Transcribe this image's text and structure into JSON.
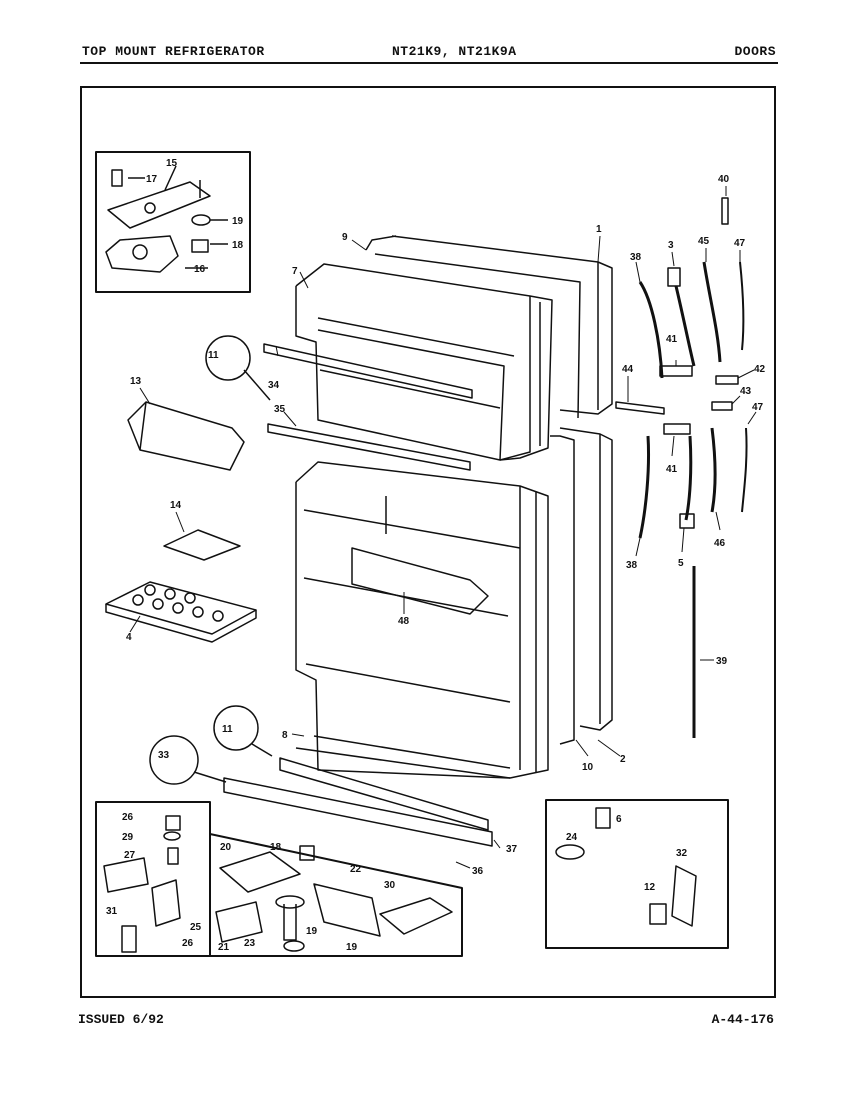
{
  "header": {
    "left": "TOP MOUNT REFRIGERATOR",
    "middle": "NT21K9, NT21K9A",
    "right": "DOORS"
  },
  "footer": {
    "issued": "ISSUED 6/92",
    "code": "A-44-176"
  },
  "callouts": {
    "c1": "1",
    "c2": "2",
    "c3": "3",
    "c4": "4",
    "c5": "5",
    "c6": "6",
    "c7": "7",
    "c8": "8",
    "c9": "9",
    "c10": "10",
    "c11a": "11",
    "c11b": "11",
    "c12": "12",
    "c13": "13",
    "c14": "14",
    "c15": "15",
    "c16": "16",
    "c17": "17",
    "c18a": "18",
    "c18b": "18",
    "c19a": "19",
    "c19b": "19",
    "c19c": "19",
    "c20": "20",
    "c21": "21",
    "c22": "22",
    "c23": "23",
    "c24": "24",
    "c25": "25",
    "c26a": "26",
    "c26b": "26",
    "c27": "27",
    "c29": "29",
    "c30": "30",
    "c31": "31",
    "c32": "32",
    "c33": "33",
    "c34": "34",
    "c35": "35",
    "c36": "36",
    "c37": "37",
    "c38a": "38",
    "c38b": "38",
    "c39": "39",
    "c40": "40",
    "c41a": "41",
    "c41b": "41",
    "c42": "42",
    "c43": "43",
    "c44": "44",
    "c45": "45",
    "c46": "46",
    "c47a": "47",
    "c47b": "47",
    "c48": "48"
  }
}
